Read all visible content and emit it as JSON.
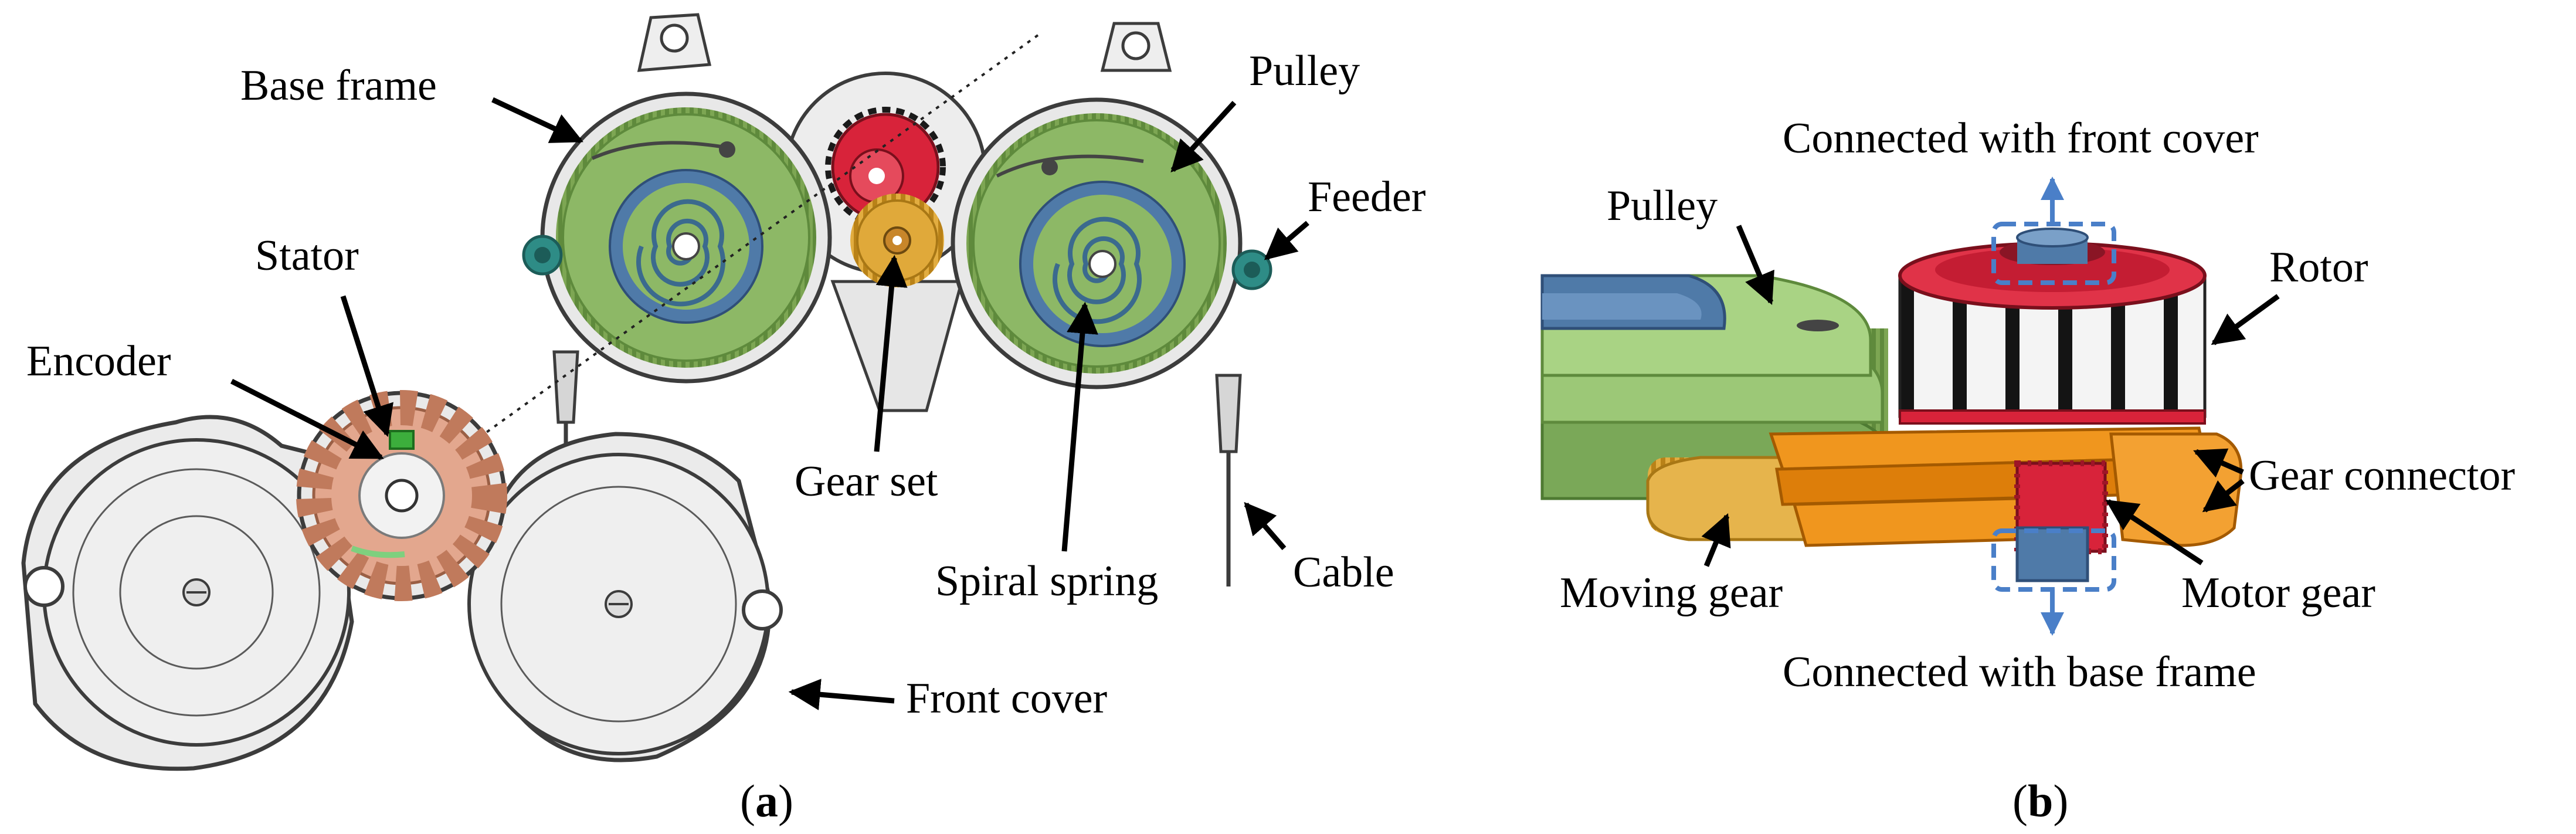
{
  "panel_a": {
    "labels": {
      "base_frame": "Base frame",
      "pulley": "Pulley",
      "feeder": "Feeder",
      "stator": "Stator",
      "encoder": "Encoder",
      "gear_set": "Gear set",
      "spiral_spring": "Spiral spring",
      "cable": "Cable",
      "front_cover": "Front cover"
    },
    "caption": {
      "open": "(",
      "letter": "a",
      "close": ")"
    }
  },
  "panel_b": {
    "labels": {
      "connected_front": "Connected with front cover",
      "pulley": "Pulley",
      "rotor": "Rotor",
      "gear_connector": "Gear connector",
      "moving_gear": "Moving gear",
      "motor_gear": "Motor gear",
      "connected_base": "Connected with base frame"
    },
    "caption": {
      "open": "(",
      "letter": "b",
      "close": ")"
    }
  },
  "colors": {
    "pulley_green": "#8db866",
    "spring_blue": "#4f7aa8",
    "gear_gold": "#e0a93a",
    "rotor_red": "#d8233a",
    "connector_orange": "#f0961e",
    "stator_copper": "#e3a78e",
    "feeder_teal": "#2e8c86",
    "callout_blue": "#4a7fc8"
  }
}
